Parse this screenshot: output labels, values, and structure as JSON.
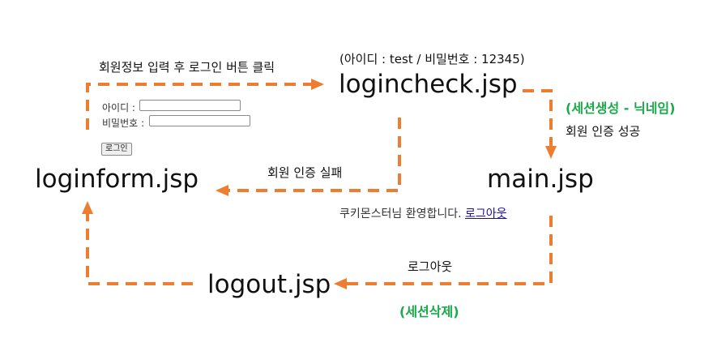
{
  "nodes": {
    "loginform": "loginform.jsp",
    "logincheck": "logincheck.jsp",
    "main": "main.jsp",
    "logout": "logout.jsp"
  },
  "edges": {
    "form_to_check": "회원정보 입력 후 로그인 버튼 클릭",
    "check_to_main": "회원 인증 성공",
    "check_to_form": "회원 인증 실패",
    "main_to_logout": "로그아웃"
  },
  "notes": {
    "credentials": "(아이디 : test / 비밀번호 : 12345)",
    "session_create": "(세션생성 - 닉네임)",
    "session_delete": "(세션삭제)"
  },
  "login_form": {
    "id_label": "아이디 :",
    "pw_label": "비밀번호 :",
    "button": "로그인"
  },
  "main_page": {
    "welcome": "쿠키몬스터님 환영합니다.",
    "logout_link": "로그아웃"
  },
  "colors": {
    "arrow": "#ed7d31",
    "note_green": "#1aaa4a"
  }
}
